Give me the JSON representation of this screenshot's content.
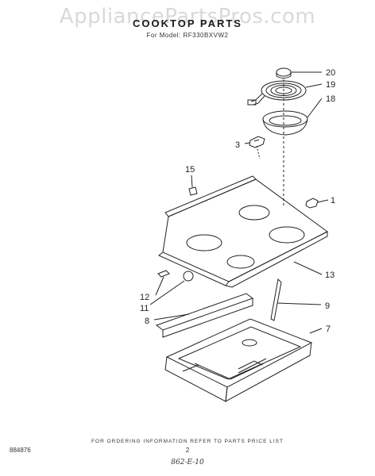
{
  "watermark": "AppliancePartsPros.com",
  "title": "COOKTOP PARTS",
  "subtitle": "For Model: RF330BXVW2",
  "callouts": {
    "p20": "20",
    "p19": "19",
    "p18": "18",
    "p3": "3",
    "p15": "15",
    "p1": "1",
    "p13": "13",
    "p12": "12",
    "p11": "11",
    "p9": "9",
    "p8": "8",
    "p7": "7"
  },
  "footer": {
    "note": "FOR ORDERING INFORMATION REFER TO PARTS PRICE LIST",
    "code": "884876",
    "page": "2",
    "handwritten": "862-E-10"
  },
  "colors": {
    "line": "#222222",
    "watermark": "#d9d9d9",
    "background": "#ffffff"
  }
}
